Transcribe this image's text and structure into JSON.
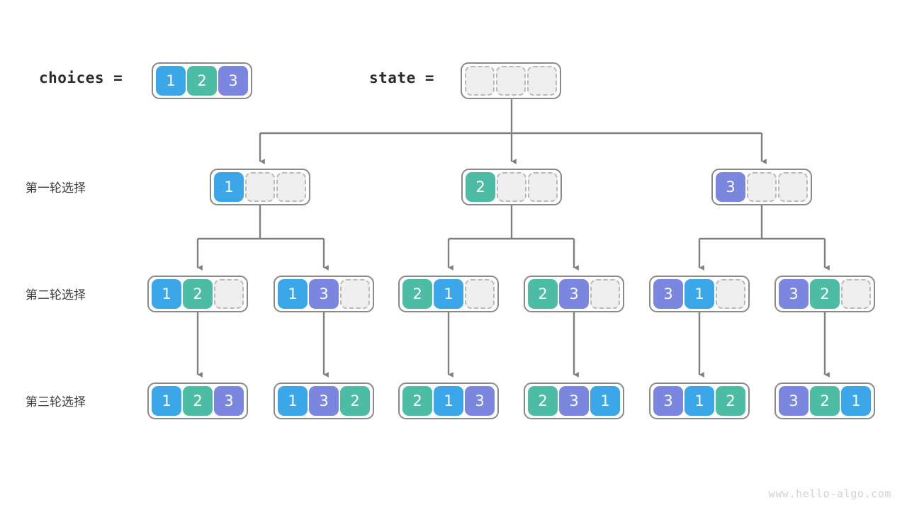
{
  "diagram": {
    "title_labels": {
      "choices": "choices =",
      "state": "state ="
    },
    "round_labels": [
      "第一轮选择",
      "第二轮选择",
      "第三轮选择"
    ],
    "watermark": "www.hello-algo.com",
    "colors": {
      "value_1": "#3ba7e8",
      "value_2": "#4cbca4",
      "value_3": "#7b86de",
      "empty_fill": "#efefef",
      "empty_border": "#b9b9b9",
      "node_border": "#8a8a8a",
      "edge": "#808080",
      "text": "#3c3c3c",
      "watermark": "#d2d2d2"
    },
    "choices_values": [
      "1",
      "2",
      "3"
    ],
    "state_values": [
      "",
      "",
      ""
    ],
    "level1": [
      {
        "cells": [
          "1",
          "",
          ""
        ]
      },
      {
        "cells": [
          "2",
          "",
          ""
        ]
      },
      {
        "cells": [
          "3",
          "",
          ""
        ]
      }
    ],
    "level2": [
      {
        "cells": [
          "1",
          "2",
          ""
        ]
      },
      {
        "cells": [
          "1",
          "3",
          ""
        ]
      },
      {
        "cells": [
          "2",
          "1",
          ""
        ]
      },
      {
        "cells": [
          "2",
          "3",
          ""
        ]
      },
      {
        "cells": [
          "3",
          "1",
          ""
        ]
      },
      {
        "cells": [
          "3",
          "2",
          ""
        ]
      }
    ],
    "level3": [
      {
        "cells": [
          "1",
          "2",
          "3"
        ]
      },
      {
        "cells": [
          "1",
          "3",
          "2"
        ]
      },
      {
        "cells": [
          "2",
          "1",
          "3"
        ]
      },
      {
        "cells": [
          "2",
          "3",
          "1"
        ]
      },
      {
        "cells": [
          "3",
          "1",
          "2"
        ]
      },
      {
        "cells": [
          "3",
          "2",
          "1"
        ]
      }
    ]
  }
}
